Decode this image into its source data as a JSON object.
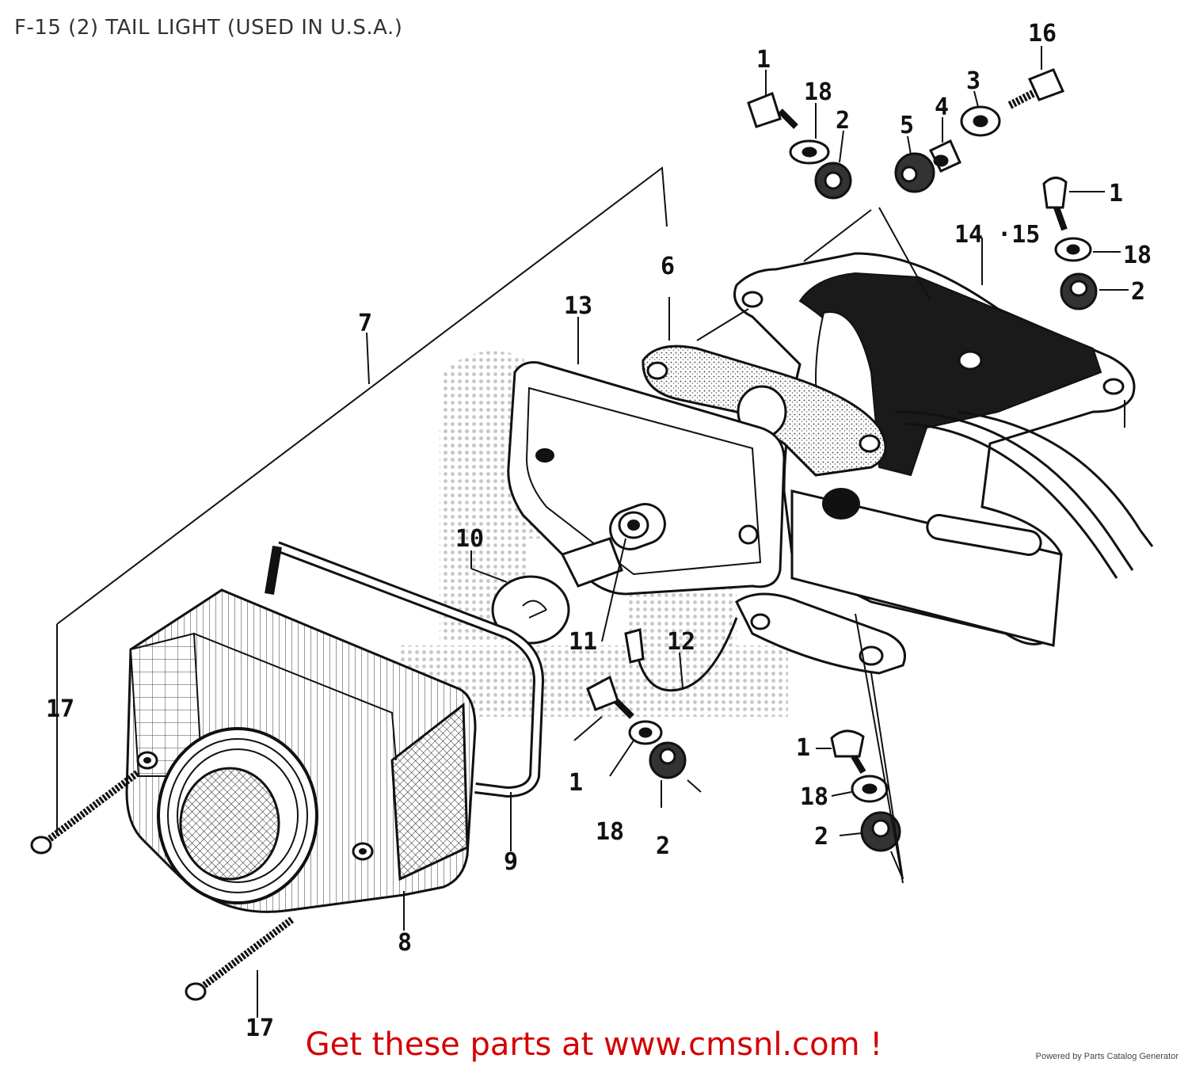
{
  "title": "F-15 (2) TAIL LIGHT (USED IN U.S.A.)",
  "footer": {
    "cta": "Get these parts at www.cmsnl.com !",
    "credit": "Powered by Parts Catalog Generator"
  },
  "colors": {
    "cta": "#d40000",
    "ink": "#111111",
    "title": "#333333"
  },
  "callouts": [
    {
      "id": "c16",
      "label": "16"
    },
    {
      "id": "c1a",
      "label": "1"
    },
    {
      "id": "c18a",
      "label": "18"
    },
    {
      "id": "c2a",
      "label": "2"
    },
    {
      "id": "c5",
      "label": "5"
    },
    {
      "id": "c4",
      "label": "4"
    },
    {
      "id": "c3",
      "label": "3"
    },
    {
      "id": "c1b",
      "label": "1"
    },
    {
      "id": "c18b",
      "label": "18"
    },
    {
      "id": "c2b",
      "label": "2"
    },
    {
      "id": "c14",
      "label": "14 ·15"
    },
    {
      "id": "c6",
      "label": "6"
    },
    {
      "id": "c13",
      "label": "13"
    },
    {
      "id": "c7",
      "label": "7"
    },
    {
      "id": "c10",
      "label": "10"
    },
    {
      "id": "c11",
      "label": "11"
    },
    {
      "id": "c12",
      "label": "12"
    },
    {
      "id": "c17a",
      "label": "17"
    },
    {
      "id": "c1c",
      "label": "1"
    },
    {
      "id": "c18c",
      "label": "18"
    },
    {
      "id": "c2c",
      "label": "2"
    },
    {
      "id": "c9",
      "label": "9"
    },
    {
      "id": "c8",
      "label": "8"
    },
    {
      "id": "c17b",
      "label": "17"
    },
    {
      "id": "c1d",
      "label": "1"
    },
    {
      "id": "c18d",
      "label": "18"
    },
    {
      "id": "c2d",
      "label": "2"
    }
  ]
}
